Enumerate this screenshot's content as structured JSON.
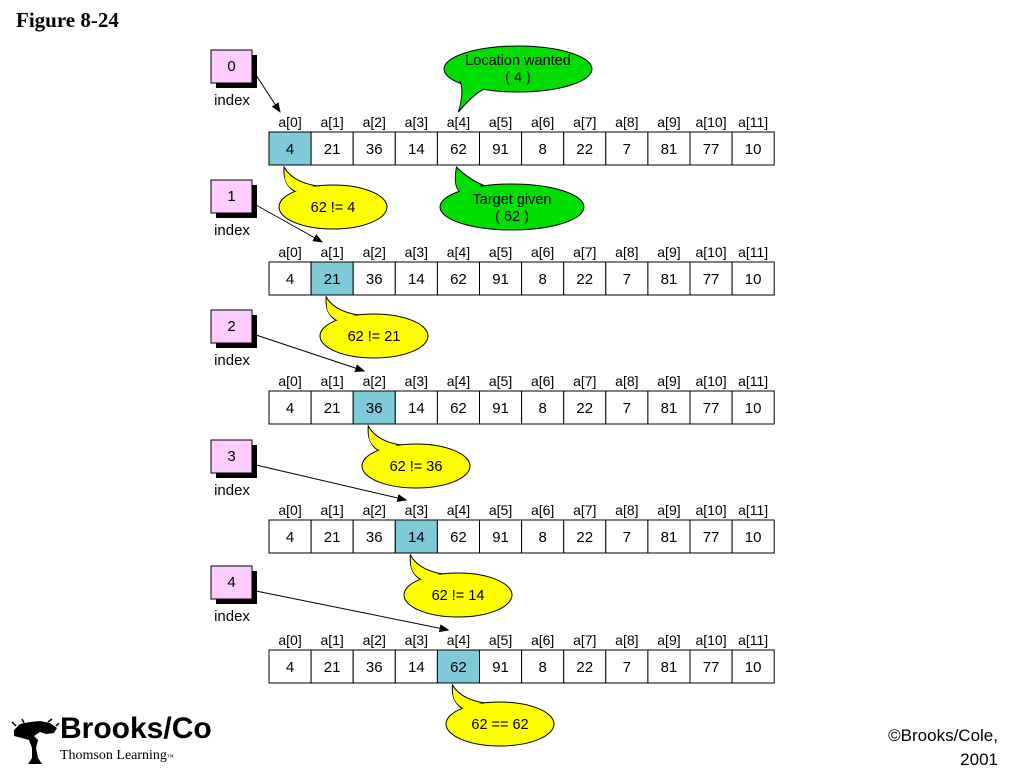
{
  "figure_title": "Figure 8-24",
  "index_label": "index",
  "headers": [
    "a[0]",
    "a[1]",
    "a[2]",
    "a[3]",
    "a[4]",
    "a[5]",
    "a[6]",
    "a[7]",
    "a[8]",
    "a[9]",
    "a[10]",
    "a[11]"
  ],
  "array": [
    "4",
    "21",
    "36",
    "14",
    "62",
    "91",
    "8",
    "22",
    "7",
    "81",
    "77",
    "10"
  ],
  "steps": [
    {
      "index": "0",
      "highlight": 0,
      "comparison": "62 != 4"
    },
    {
      "index": "1",
      "highlight": 1,
      "comparison": "62 != 21"
    },
    {
      "index": "2",
      "highlight": 2,
      "comparison": "62 != 36"
    },
    {
      "index": "3",
      "highlight": 3,
      "comparison": "62 != 14"
    },
    {
      "index": "4",
      "highlight": 4,
      "comparison": "62 == 62"
    }
  ],
  "location_wanted": {
    "line1": "Location wanted",
    "line2": "( 4 )"
  },
  "target_given": {
    "line1": "Target given",
    "line2": "( 62 )"
  },
  "colors": {
    "highlight_cell": "#7fcad8",
    "index_box": "#ffccff",
    "comparison_bubble": "#ffff00",
    "note_bubble": "#00dd00"
  },
  "logo": {
    "main": "Brooks/Co",
    "sub": "Thomson Learning",
    "sub_mark": "™"
  },
  "copyright": {
    "line1": "©Brooks/Cole,",
    "line2": "2001"
  }
}
